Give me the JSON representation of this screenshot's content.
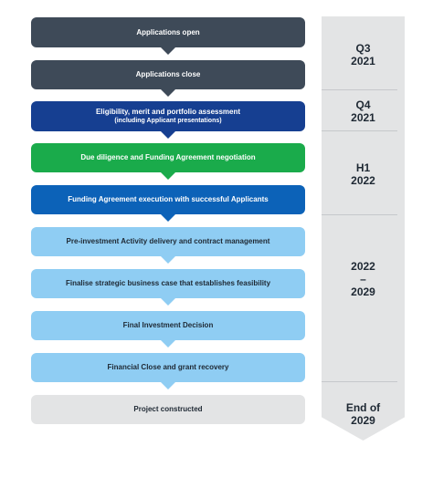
{
  "steps": [
    {
      "label": "Applications open",
      "sub": "",
      "color": "#3e4a58",
      "text": "#ffffff"
    },
    {
      "label": "Applications close",
      "sub": "",
      "color": "#3e4a58",
      "text": "#ffffff"
    },
    {
      "label": "Eligibility, merit and portfolio assessment",
      "sub": "(including Applicant presentations)",
      "color": "#163f91",
      "text": "#ffffff"
    },
    {
      "label": "Due diligence and Funding Agreement negotiation",
      "sub": "",
      "color": "#1aab4b",
      "text": "#ffffff"
    },
    {
      "label": "Funding Agreement execution with successful Applicants",
      "sub": "",
      "color": "#0c62b8",
      "text": "#ffffff"
    },
    {
      "label": "Pre-investment Activity delivery and contract management",
      "sub": "",
      "color": "#8fcdf3",
      "text": "#1e2833"
    },
    {
      "label": "Finalise strategic business case that establishes feasibility",
      "sub": "",
      "color": "#8fcdf3",
      "text": "#1e2833"
    },
    {
      "label": "Final Investment Decision",
      "sub": "",
      "color": "#8fcdf3",
      "text": "#1e2833"
    },
    {
      "label": "Financial Close and grant recovery",
      "sub": "",
      "color": "#8fcdf3",
      "text": "#1e2833"
    },
    {
      "label": "Project constructed",
      "sub": "",
      "color": "#e3e4e5",
      "text": "#1e2833"
    }
  ],
  "periods": [
    {
      "label": "Q3\n2021"
    },
    {
      "label": "Q4\n2021"
    },
    {
      "label": "H1\n2022"
    },
    {
      "label": "2022\n–\n2029"
    },
    {
      "label": "End of\n2029"
    }
  ]
}
